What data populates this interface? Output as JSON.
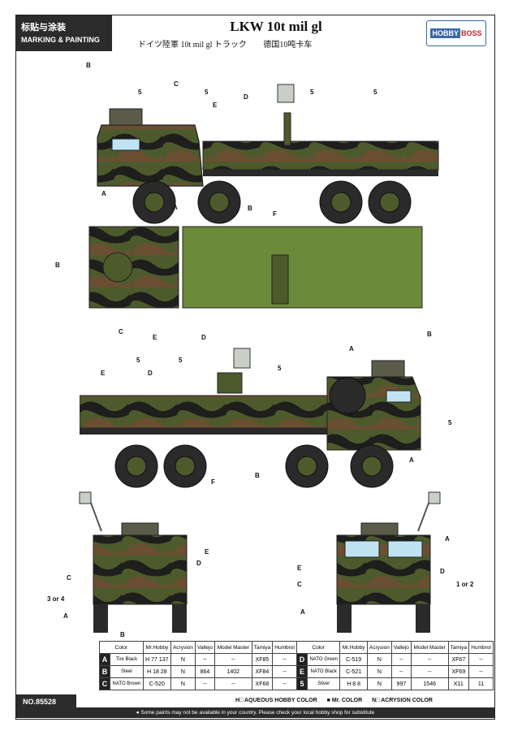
{
  "header": {
    "section_cn": "标贴与涂装",
    "section_en": "MARKING & PAINTING",
    "title": "LKW 10t mil gl",
    "subtitle_jp": "ドイツ陸軍 10t mil gl トラック",
    "subtitle_cn": "德国10吨卡车",
    "logo": "HOBBY BOSS"
  },
  "labels": {
    "side_left": [
      "B",
      "C",
      "5",
      "E",
      "5",
      "D",
      "5",
      "5",
      "A",
      "B",
      "F"
    ],
    "top": [
      "A",
      "B",
      "C",
      "E",
      "D"
    ],
    "side_right": [
      "5",
      "E",
      "D",
      "5",
      "5",
      "A",
      "B",
      "F",
      "5",
      "B",
      "A"
    ],
    "rear": [
      "A",
      "E",
      "D",
      "C",
      "3 or 4",
      "B"
    ],
    "front": [
      "A",
      "E",
      "D",
      "C",
      "1 or 2",
      "A"
    ]
  },
  "paint_table": {
    "headers": [
      "Color",
      "Mr.Hobby",
      "Acrysion",
      "Vallejo",
      "Model Master",
      "Tamiya",
      "Humbrol"
    ],
    "left_rows": [
      {
        "letter": "A",
        "name": "Tire Black",
        "mrhobby": "H 77 137",
        "acrysion": "N",
        "vallejo": "--",
        "model_master": "--",
        "tamiya": "XF85",
        "humbrol": "--"
      },
      {
        "letter": "B",
        "name": "Steel",
        "mrhobby": "H 18 28",
        "acrysion": "N",
        "vallejo": "864",
        "model_master": "1402",
        "tamiya": "XF84",
        "humbrol": "--"
      },
      {
        "letter": "C",
        "name": "NATO Brown",
        "mrhobby": "C-520",
        "acrysion": "N",
        "vallejo": "--",
        "model_master": "--",
        "tamiya": "XF68",
        "humbrol": "--"
      }
    ],
    "right_rows": [
      {
        "letter": "D",
        "name": "NATO Green",
        "mrhobby": "C-519",
        "acrysion": "N",
        "vallejo": "--",
        "model_master": "--",
        "tamiya": "XF67",
        "humbrol": "--"
      },
      {
        "letter": "E",
        "name": "NATO Black",
        "mrhobby": "C-521",
        "acrysion": "N",
        "vallejo": "--",
        "model_master": "--",
        "tamiya": "XF69",
        "humbrol": "--"
      },
      {
        "letter": "5",
        "name": "Silver",
        "mrhobby": "H 8 8",
        "acrysion": "N",
        "vallejo": "997",
        "model_master": "1546",
        "tamiya": "X11",
        "humbrol": "11"
      }
    ]
  },
  "footer": {
    "product_no": "NO.85528",
    "legend_h": "H□ AQUEOUS HOBBY COLOR",
    "legend_c": "■ Mr. COLOR",
    "legend_n": "N□ ACRYSION COLOR",
    "note": "● Some paints may not be available in your country. Please check your local hobby shop for substitute"
  },
  "colors": {
    "nato_green": "#4d5a2c",
    "nato_brown": "#6b4f32",
    "nato_black": "#1e1e1c",
    "bed_green": "#6b8a3a",
    "tire": "#2a2a2a",
    "leader_pink": "#c04080",
    "leader_blue": "#1a6bd0"
  }
}
